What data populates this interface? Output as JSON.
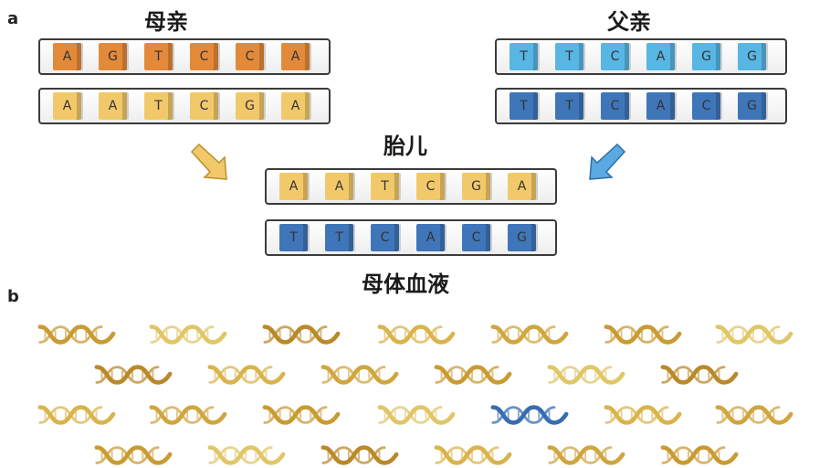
{
  "labels": {
    "panel_a": "a",
    "panel_b": "b"
  },
  "titles": {
    "mother": "母亲",
    "father": "父亲",
    "fetus": "胎儿",
    "maternal_blood": "母体血液"
  },
  "strands": {
    "mother_top": {
      "bases": [
        "A",
        "G",
        "T",
        "C",
        "C",
        "A"
      ],
      "color": "#e38a3a"
    },
    "mother_bottom": {
      "bases": [
        "A",
        "A",
        "T",
        "C",
        "G",
        "A"
      ],
      "color": "#f2c96a"
    },
    "father_top": {
      "bases": [
        "T",
        "T",
        "C",
        "A",
        "G",
        "G"
      ],
      "color": "#58b6e4"
    },
    "father_bottom": {
      "bases": [
        "T",
        "T",
        "C",
        "A",
        "C",
        "G"
      ],
      "color": "#3f76b9"
    },
    "fetus_top": {
      "bases": [
        "A",
        "A",
        "T",
        "C",
        "G",
        "A"
      ],
      "color": "#f2c96a"
    },
    "fetus_bottom": {
      "bases": [
        "T",
        "T",
        "C",
        "A",
        "C",
        "G"
      ],
      "color": "#3f76b9"
    }
  },
  "arrows": {
    "left_color": "#f2c96a",
    "right_color": "#5aa9e0"
  },
  "helix_colors": {
    "maternal": "#c9a037",
    "fetal": "#3a6cb0"
  }
}
